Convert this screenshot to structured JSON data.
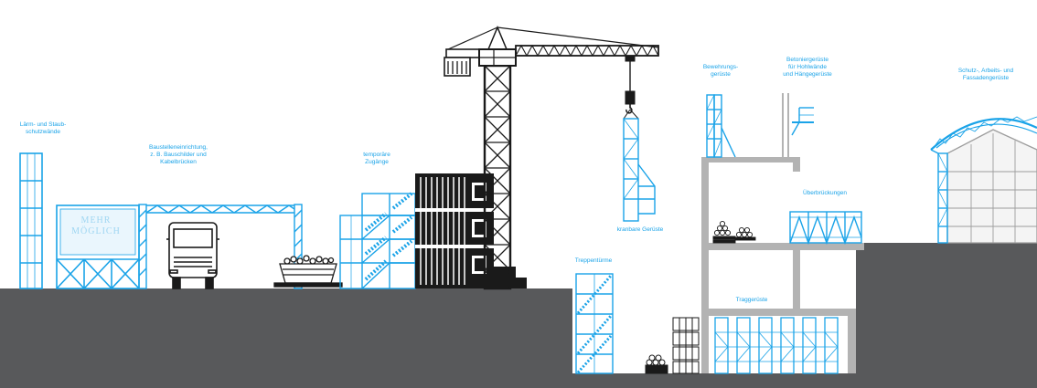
{
  "labels": {
    "noise_walls": [
      "Lärm- und Staub-",
      "schutzwände"
    ],
    "site_setup": [
      "Baustelleneinrichtung,",
      "z. B. Bauschilder und",
      "Kabelbrücken"
    ],
    "temp_access": [
      "temporäre",
      "Zugänge"
    ],
    "crane_scaffold": [
      "kranbare Gerüste"
    ],
    "stair_towers": [
      "Treppentürme"
    ],
    "reinforcement": [
      "Bewehrungs-",
      "gerüste"
    ],
    "concrete": [
      "Betoniergerüste",
      "für Hohlwände",
      "und Hängegerüste"
    ],
    "facade": [
      "Schutz-, Arbeits- und",
      "Fassadengerüste"
    ],
    "bridging": [
      "Überbrückungen"
    ],
    "shoring": [
      "Traggerüste"
    ]
  },
  "sign_text": [
    "MEHR",
    "MÖGLICH"
  ],
  "colors": {
    "scaffold_blue": "#1aa3e8",
    "ground_gray": "#58595b",
    "wall_gray": "#b3b3b3",
    "building_black": "#1a1a1a",
    "hall_gray": "#9d9d9d"
  }
}
